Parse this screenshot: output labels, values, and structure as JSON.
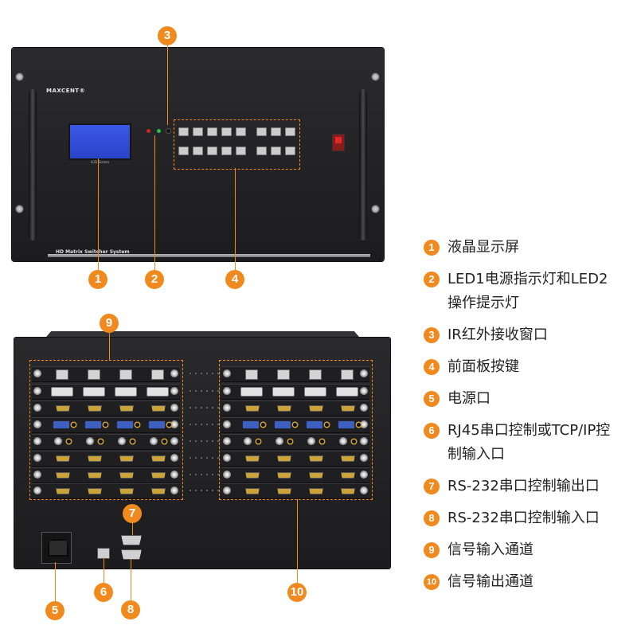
{
  "front": {
    "brand": "MAXCENT®",
    "lcd_caption": "LCD Screen",
    "model_text": "HD Matrix Switcher System"
  },
  "callouts": [
    "1",
    "2",
    "3",
    "4",
    "5",
    "6",
    "7",
    "8",
    "9",
    "10"
  ],
  "legend": [
    {
      "num": "1",
      "text": "液晶显示屏"
    },
    {
      "num": "2",
      "text": "LED1电源指示灯和LED2操作提示灯"
    },
    {
      "num": "3",
      "text": "IR红外接收窗口"
    },
    {
      "num": "4",
      "text": "前面板按键"
    },
    {
      "num": "5",
      "text": "电源口"
    },
    {
      "num": "6",
      "text": "RJ45串口控制或TCP/IP控制输入口"
    },
    {
      "num": "7",
      "text": "RS-232串口控制输出口"
    },
    {
      "num": "8",
      "text": "RS-232串口控制输入口"
    },
    {
      "num": "9",
      "text": "信号输入通道"
    },
    {
      "num": "10",
      "text": "信号输出通道"
    }
  ],
  "colors": {
    "accent": "#f08a1e",
    "lcd": "#3a58e8",
    "chassis": "#1f1f21"
  }
}
